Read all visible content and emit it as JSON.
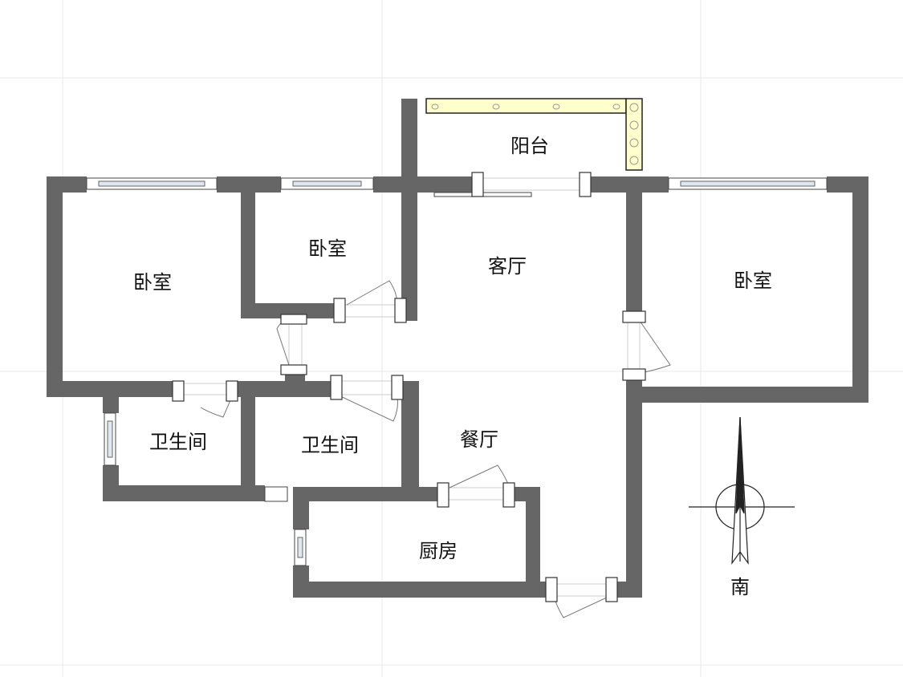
{
  "rooms": {
    "balcony": "阳台",
    "bedroom_left": "卧室",
    "bedroom_small": "卧室",
    "living_room": "客厅",
    "bedroom_right": "卧室",
    "bathroom_left": "卫生间",
    "bathroom_right": "卫生间",
    "dining_room": "餐厅",
    "kitchen": "厨房"
  },
  "compass": {
    "label": "南"
  },
  "colors": {
    "wall": "#666666",
    "railing": "#ffffcc",
    "grid": "#e8e8e8"
  }
}
